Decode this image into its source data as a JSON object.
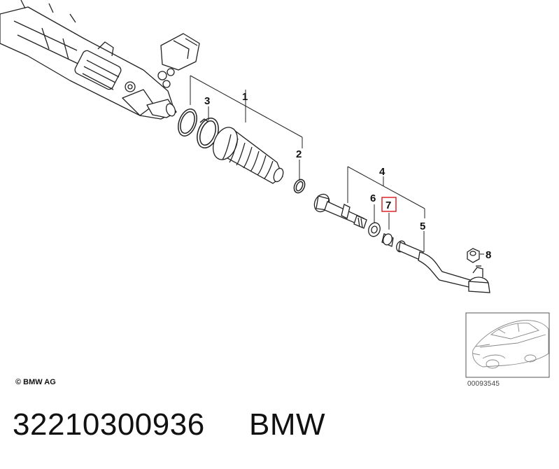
{
  "diagram": {
    "callouts": {
      "c1": "1",
      "c2": "2",
      "c3": "3",
      "c4": "4",
      "c5": "5",
      "c6": "6",
      "c7": "7",
      "c8": "8"
    },
    "highlighted_callout": "7",
    "highlight_color": "#d9262b",
    "copyright": "© BMW AG",
    "inset_code": "00093545"
  },
  "footer": {
    "part_number": "32210300936",
    "brand": "BMW"
  }
}
